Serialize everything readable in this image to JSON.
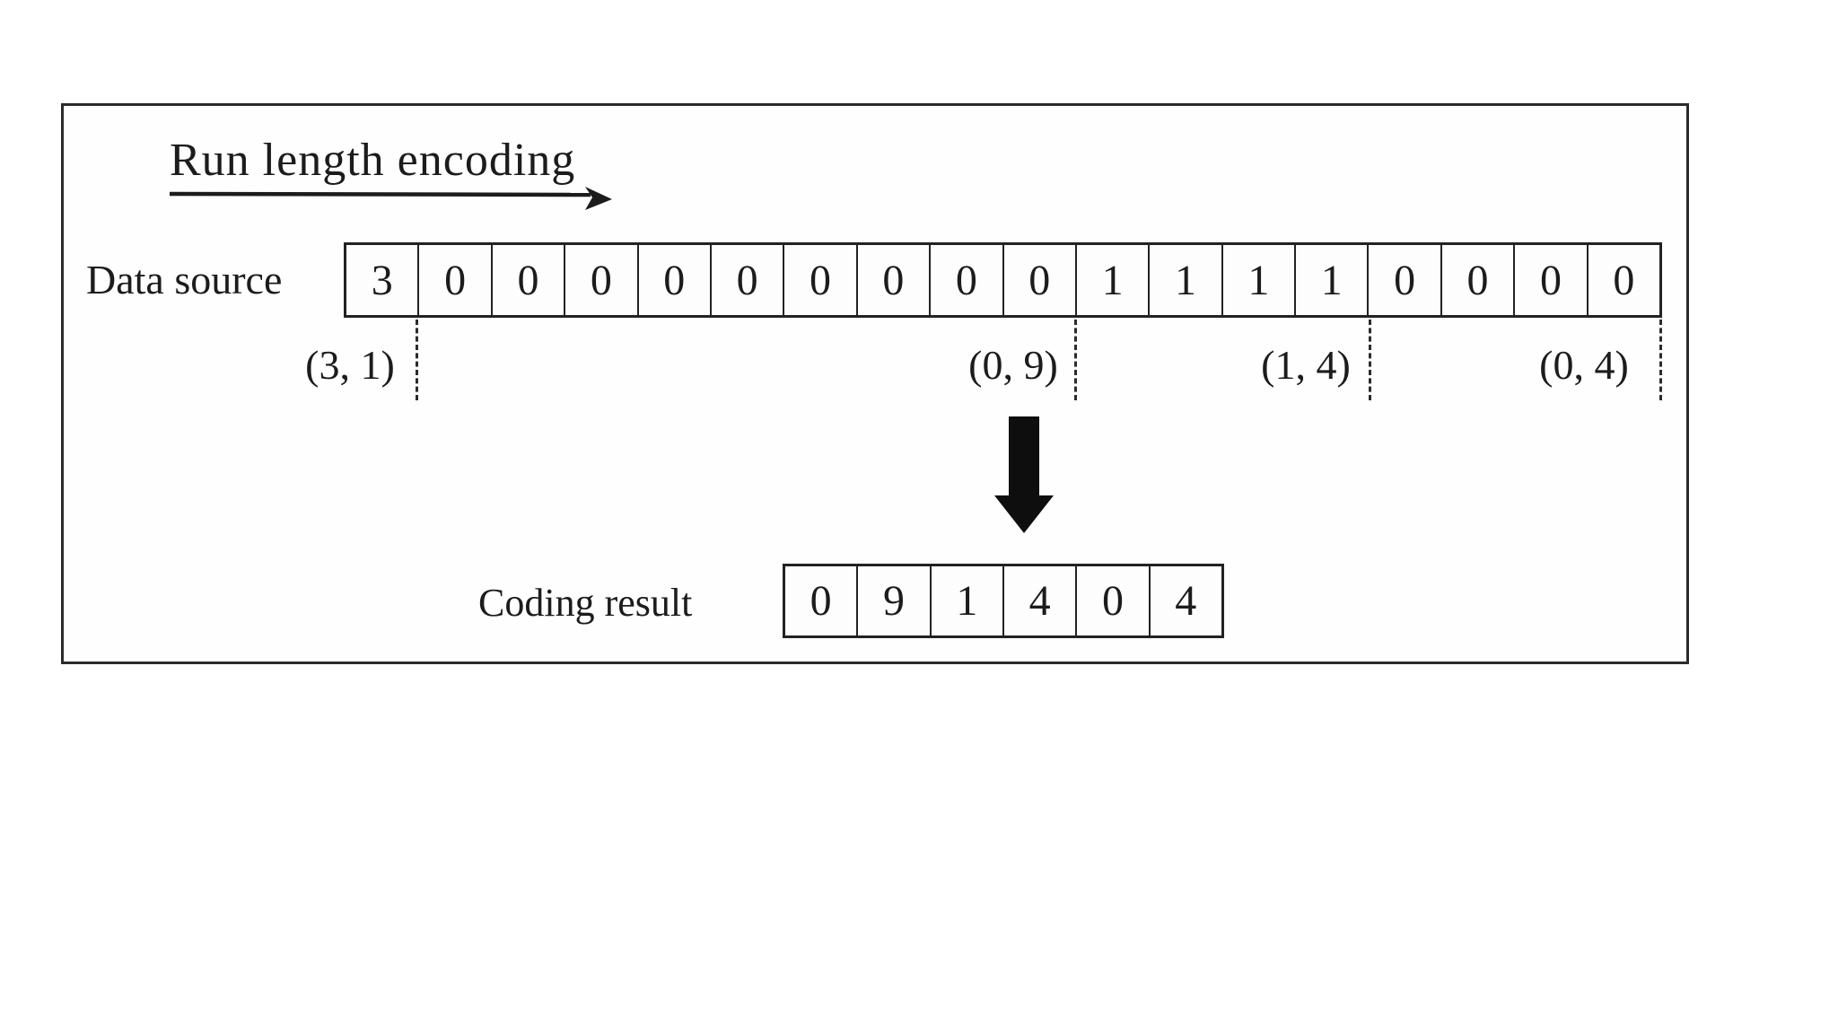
{
  "diagram": {
    "title": "Run length encoding",
    "data_source": {
      "label": "Data source",
      "cells": [
        "3",
        "0",
        "0",
        "0",
        "0",
        "0",
        "0",
        "0",
        "0",
        "0",
        "1",
        "1",
        "1",
        "1",
        "0",
        "0",
        "0",
        "0"
      ],
      "runs": [
        {
          "label": "(3, 1)"
        },
        {
          "label": "(0, 9)"
        },
        {
          "label": "(1, 4)"
        },
        {
          "label": "(0, 4)"
        }
      ]
    },
    "coding_result": {
      "label": "Coding result",
      "cells": [
        "0",
        "9",
        "1",
        "4",
        "0",
        "4"
      ]
    },
    "colors": {
      "ink": "#1c1c1c",
      "border": "#2b2b2b",
      "background": "#ffffff"
    }
  }
}
